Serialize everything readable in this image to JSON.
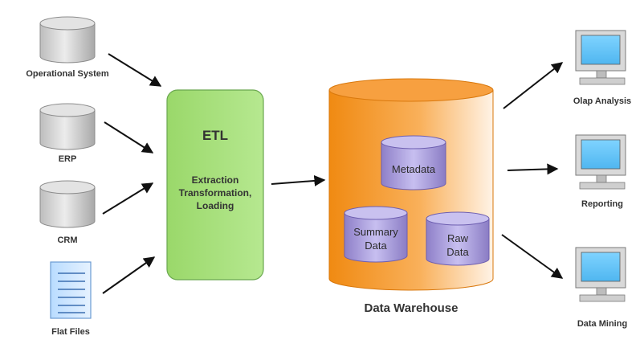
{
  "sources": [
    {
      "label": "Operational System",
      "icon": "database-cylinder-icon"
    },
    {
      "label": "ERP",
      "icon": "database-cylinder-icon"
    },
    {
      "label": "CRM",
      "icon": "database-cylinder-icon"
    },
    {
      "label": "Flat Files",
      "icon": "document-icon"
    }
  ],
  "etl": {
    "title": "ETL",
    "line1": "Extraction",
    "line2": "Transformation,",
    "line3": "Loading",
    "color": "#a6e07a"
  },
  "warehouse": {
    "label": "Data Warehouse",
    "color": "#f7941d",
    "stores": [
      {
        "line1": "Metadata",
        "line2": ""
      },
      {
        "line1": "Summary",
        "line2": "Data"
      },
      {
        "line1": "Raw",
        "line2": "Data"
      }
    ]
  },
  "outputs": [
    {
      "label": "Olap Analysis",
      "icon": "computer-monitor-icon"
    },
    {
      "label": "Reporting",
      "icon": "computer-monitor-icon"
    },
    {
      "label": "Data Mining",
      "icon": "computer-monitor-icon"
    }
  ]
}
